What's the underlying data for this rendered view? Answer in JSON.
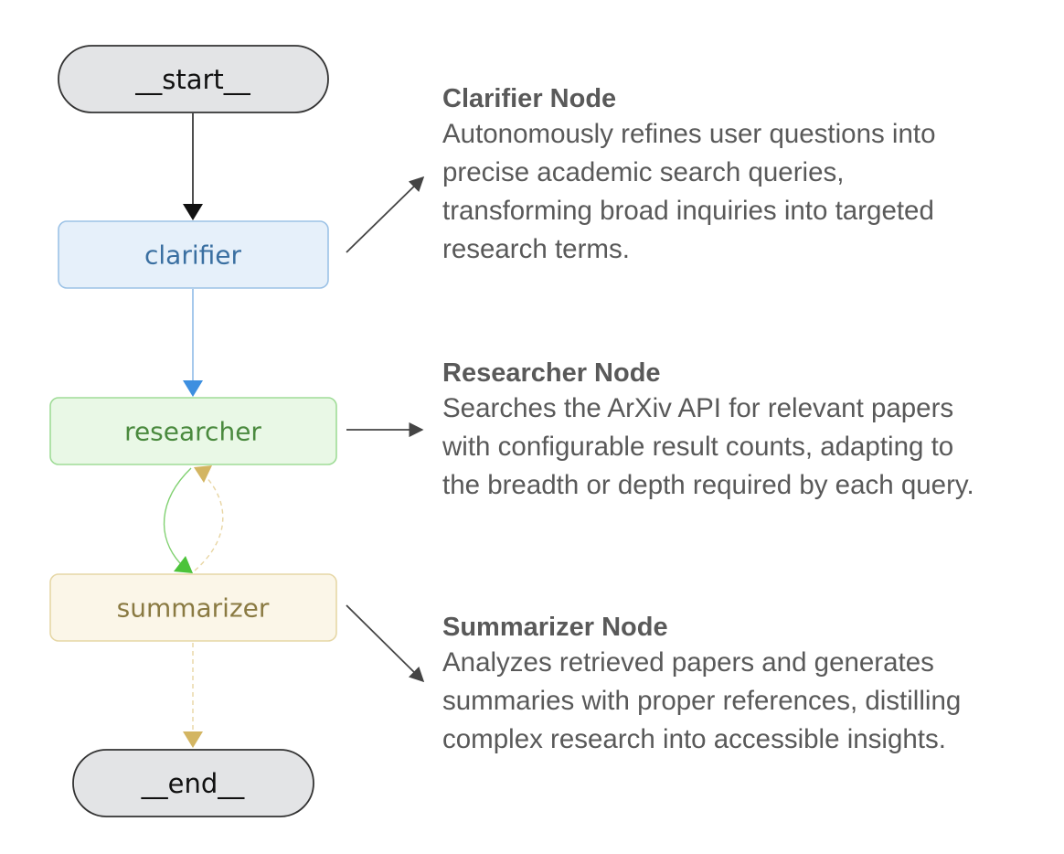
{
  "nodes": {
    "start": "__start__",
    "clarifier": "clarifier",
    "researcher": "researcher",
    "summarizer": "summarizer",
    "end": "__end__"
  },
  "descriptions": {
    "clarifier": {
      "title": "Clarifier Node",
      "lines": [
        "Autonomously refines user questions into",
        "precise academic search queries,",
        "transforming broad inquiries into targeted",
        "research terms."
      ]
    },
    "researcher": {
      "title": "Researcher Node",
      "lines": [
        "Searches the ArXiv API for relevant papers",
        "with configurable result counts, adapting to",
        "the breadth or depth required by each query."
      ]
    },
    "summarizer": {
      "title": "Summarizer Node",
      "lines": [
        "Analyzes retrieved papers and generates",
        "summaries with proper references, distilling",
        "complex research into accessible insights."
      ]
    }
  },
  "colors": {
    "terminal_fill": "#e3e4e6",
    "terminal_stroke": "#333333",
    "clarifier_fill": "#e6f0fa",
    "clarifier_stroke": "#9cc2e6",
    "clarifier_text": "#3a6fa1",
    "clarifier_edge": "#7fb2e3",
    "clarifier_arrow": "#3d8fe0",
    "researcher_fill": "#e9f8e6",
    "researcher_stroke": "#9fdc97",
    "researcher_text": "#4a8a3e",
    "researcher_edge": "#7fd06f",
    "researcher_arrow": "#4cc33a",
    "summarizer_fill": "#fbf6e8",
    "summarizer_stroke": "#e6d7a6",
    "summarizer_text": "#8a7a42",
    "summarizer_edge": "#e8d5a2",
    "summarizer_arrow": "#d3b562",
    "pointer": "#444444",
    "description_text": "#595959"
  }
}
